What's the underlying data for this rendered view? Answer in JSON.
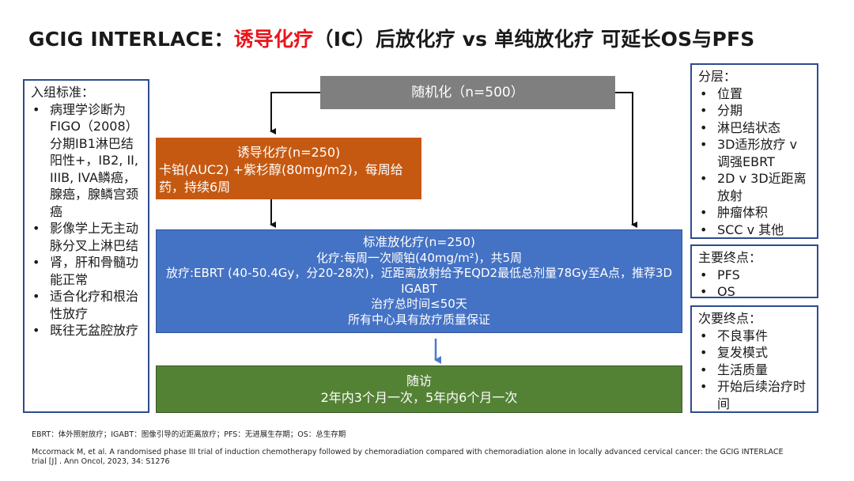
{
  "title": {
    "prefix": "GCIG INTERLACE：",
    "highlight": "诱导化疗",
    "suffix": "（IC）后放化疗 vs 单纯放化疗 可延长OS与PFS"
  },
  "inclusion": {
    "heading": "入组标准：",
    "items": [
      "病理学诊断为FIGO（2008）分期IB1淋巴结阳性+，IB2, II, IIIB, IVA鳞癌，腺癌，腺鳞宫颈癌",
      "影像学上无主动脉分叉上淋巴结",
      "肾，肝和骨髓功能正常",
      "适合化疗和根治性放疗",
      "既往无盆腔放疗"
    ]
  },
  "randomization": {
    "label": "随机化（n=500）"
  },
  "induction": {
    "title": "诱导化疗(n=250)",
    "detail": "卡铂(AUC2) +紫杉醇(80mg/m2)，每周给药，持续6周"
  },
  "chemoradiation": {
    "title": "标准放化疗(n=250)",
    "chemo": "化疗:每周一次顺铂(40mg/m²)，共5周",
    "radio": "放疗:EBRT (40-50.4Gy，分20-28次)，近距离放射给予EQD2最低总剂量78Gy至A点，推荐3D IGABT",
    "total_time": "治疗总时间≤50天",
    "qa": "所有中心具有放疗质量保证"
  },
  "followup": {
    "title": "随访",
    "detail": "2年内3个月一次，5年内6个月一次"
  },
  "stratification": {
    "heading": "分层：",
    "items": [
      "位置",
      "分期",
      "淋巴结状态",
      "3D适形放疗 v 调强EBRT",
      "2D v 3D近距离放射",
      "肿瘤体积",
      "SCC v 其他"
    ]
  },
  "primary_endpoints": {
    "heading": "主要终点：",
    "items": [
      "PFS",
      "OS"
    ]
  },
  "secondary_endpoints": {
    "heading": "次要终点：",
    "items": [
      "不良事件",
      "复发模式",
      "生活质量",
      "开始后续治疗时间"
    ]
  },
  "footnotes": {
    "abbreviations": "EBRT：体外照射放疗；IGABT：图像引导的近距离放疗；PFS：无进展生存期；OS：总生存期",
    "reference": "Mccormack M, et al. A randomised phase III trial of induction chemotherapy followed by chemoradiation compared with chemoradiation alone in locally advanced cervical cancer: the GCIG INTERLACE trial [J] . Ann Oncol, 2023, 34: S1276"
  },
  "colors": {
    "title_highlight": "#e8151b",
    "randomization": "#7f7f7f",
    "induction": "#c65911",
    "chemoradiation": "#4472c4",
    "followup": "#548235",
    "panel_border": "#2e4b8e"
  }
}
